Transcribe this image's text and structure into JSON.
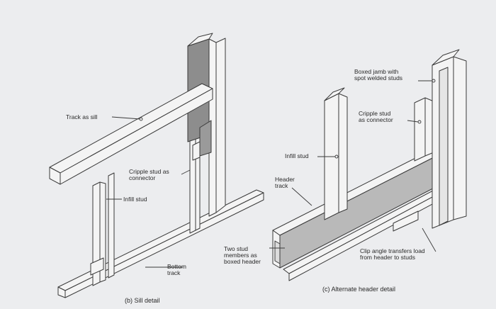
{
  "labels": {
    "track_as_sill": "Track as sill",
    "cripple_stud_connector_left": "Cripple stud as\nconnector",
    "infill_stud_left": "Infill stud",
    "bottom_track": "Bottom\ntrack",
    "caption_b": "(b) Sill detail",
    "boxed_jamb": "Boxed jamb with\nspot welded studs",
    "cripple_stud_connector_right": "Cripple stud\nas connector",
    "infill_stud_right": "Infill stud",
    "header_track": "Header\ntrack",
    "two_stud_members": "Two stud\nmembers as\nboxed header",
    "clip_angle": "Clip angle transfers load\nfrom header to studs",
    "caption_c": "(c) Alternate header detail"
  },
  "colors": {
    "background": "#ecedef",
    "metal_face": "#f4f4f4",
    "outline": "#3a3a3a",
    "shaded_jamb": "#8d8d8d",
    "header_fill": "#b9b9b9"
  }
}
